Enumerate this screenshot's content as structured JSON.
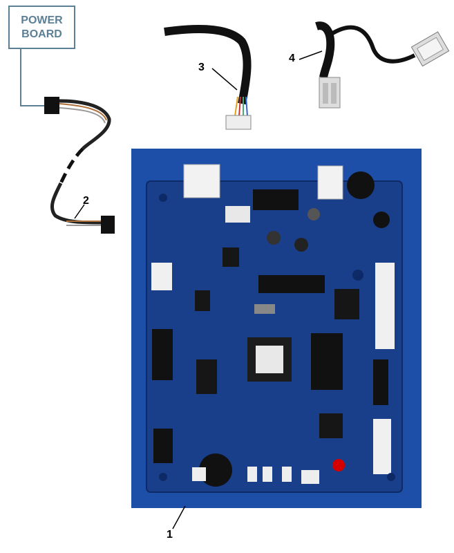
{
  "power_board_label": {
    "line1": "POWER",
    "line2": "BOARD"
  },
  "callouts": {
    "c1": "1",
    "c2": "2",
    "c3": "3",
    "c4": "4"
  },
  "colors": {
    "board_blue": "#1d4fa8",
    "pcb_blue": "#193f8a",
    "label_blue": "#5b7f95"
  },
  "icons": [
    "harness-cable",
    "ribbon-cable",
    "connector-plug",
    "control-board"
  ]
}
